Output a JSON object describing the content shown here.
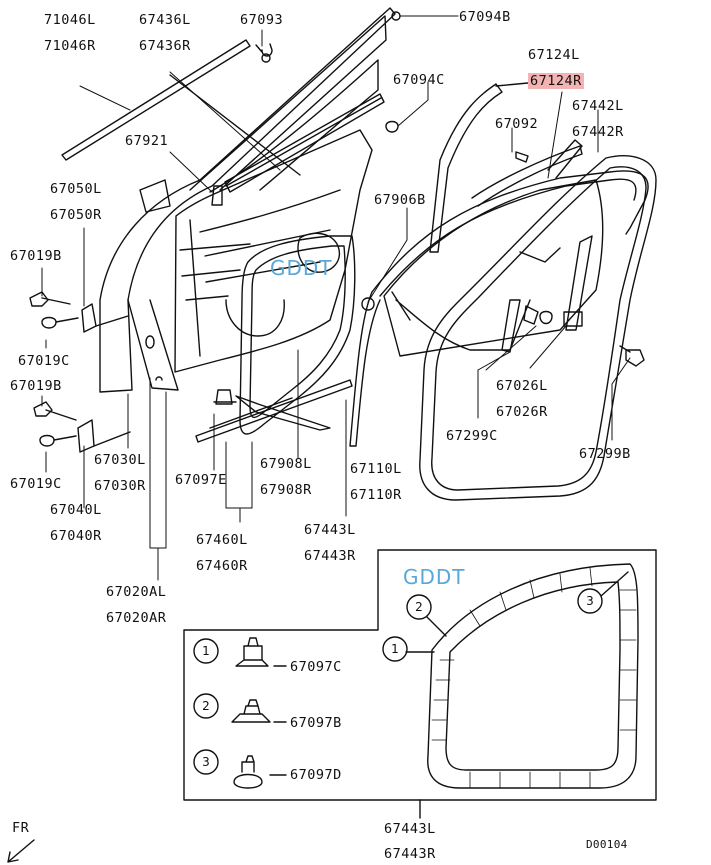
{
  "labels": {
    "p71046L": "71046L",
    "p71046R": "71046R",
    "p67436L": "67436L",
    "p67436R": "67436R",
    "p67093": "67093",
    "p67094B": "67094B",
    "p67124L": "67124L",
    "p67124R": "67124R",
    "p67094C": "67094C",
    "p67442L": "67442L",
    "p67442R": "67442R",
    "p67092": "67092",
    "p67921": "67921",
    "p67050L": "67050L",
    "p67050R": "67050R",
    "p67906B": "67906B",
    "p67019B_1": "67019B",
    "p67019C_1": "67019C",
    "p67019B_2": "67019B",
    "p67019C_2": "67019C",
    "p67026L": "67026L",
    "p67026R": "67026R",
    "p67299C": "67299C",
    "p67299B": "67299B",
    "p67030L": "67030L",
    "p67030R": "67030R",
    "p67097E": "67097E",
    "p67908L": "67908L",
    "p67908R": "67908R",
    "p67110L": "67110L",
    "p67110R": "67110R",
    "p67040L": "67040L",
    "p67040R": "67040R",
    "p67460L": "67460L",
    "p67460R": "67460R",
    "p67443L_top": "67443L",
    "p67443R_top": "67443R",
    "p67020AL": "67020AL",
    "p67020AR": "67020AR",
    "p67097C": "67097C",
    "p67097B": "67097B",
    "p67097D": "67097D",
    "p67443L_bottom": "67443L",
    "p67443R_bottom": "67443R",
    "fr": "FR",
    "code": "D00104"
  },
  "watermark": "GDDT",
  "callouts": [
    "1",
    "2",
    "3"
  ],
  "highlight_color": "#f3b3b3",
  "watermark_color": "#5aa7d8"
}
